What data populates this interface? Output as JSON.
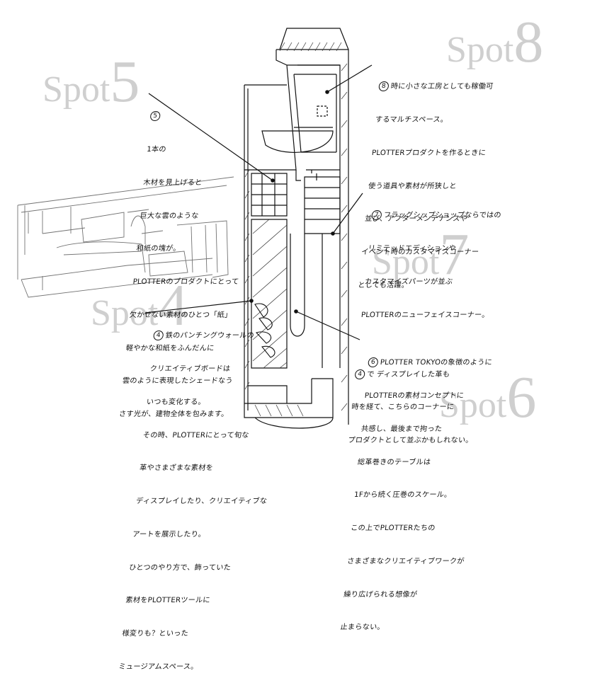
{
  "spots": [
    {
      "id": "spot-5",
      "word": "Spot",
      "number": "5"
    },
    {
      "id": "spot-8",
      "word": "Spot",
      "number": "8"
    },
    {
      "id": "spot-7",
      "word": "Spot",
      "number": "7"
    },
    {
      "id": "spot-4",
      "word": "Spot",
      "number": "4"
    },
    {
      "id": "spot-6",
      "word": "Spot",
      "number": "6"
    }
  ],
  "notes": {
    "n5": {
      "marker": "5",
      "lines": [
        "1本の",
        "木材を見上げると",
        "巨大な雲のような",
        "和紙の塊が。",
        "PLOTTERのプロダクトにとって",
        "欠かせない素材のひとつ「紙」",
        "軽やかな和紙をふんだんに",
        "雲のように表現したシェードなう",
        "さす光が、建物全体を包みます。"
      ]
    },
    "n8": {
      "marker": "8",
      "lines": [
        "時に小さな工房としても稼働可",
        "するマルチスペース。",
        "PLOTTERプロダクトを作るときに",
        "使う道具や素材が所狭しと",
        "並び、アフターメンテナンスや",
        "イベント時のカスタマイズコーナー",
        "としても活躍。"
      ]
    },
    "n7": {
      "marker": "7",
      "lines": [
        "フラッグシップショップならではの",
        "リミテッドエディションや",
        "カスタマイズパーツが並ぶ",
        "PLOTTERのニューフェイスコーナー。"
      ],
      "extra_marker": "4",
      "extra_lines": [
        "で ディスプレイした革も",
        "時を経て、こちらのコーナーに",
        "プロダクトとして並ぶかもしれない。"
      ]
    },
    "n4": {
      "marker": "4",
      "lines": [
        "鉄のパンチングウォールの",
        "クリエイティブボードは",
        "いつも変化する。",
        "その時、PLOTTERにとって旬な",
        "革やさまざまな素材を",
        "ディスプレイしたり、クリエイティブな",
        "アートを展示したり。",
        "ひとつのやり方で、飾っていた",
        "素材をPLOTTERツールに",
        "様変りも？といった",
        "ミュージアムスペース。"
      ]
    },
    "n6": {
      "marker": "6",
      "lines": [
        "PLOTTER TOKYOの象徴のように",
        "PLOTTERの素材コンセプトに",
        "共感し、最後まで拘った",
        "総革巻きのテーブルは",
        "1Fから続く圧巻のスケール。",
        "この上でPLOTTERたちの",
        "さまざまなクリエイティブワークが",
        "繰り広げられる想像が",
        "止まらない。"
      ]
    }
  }
}
